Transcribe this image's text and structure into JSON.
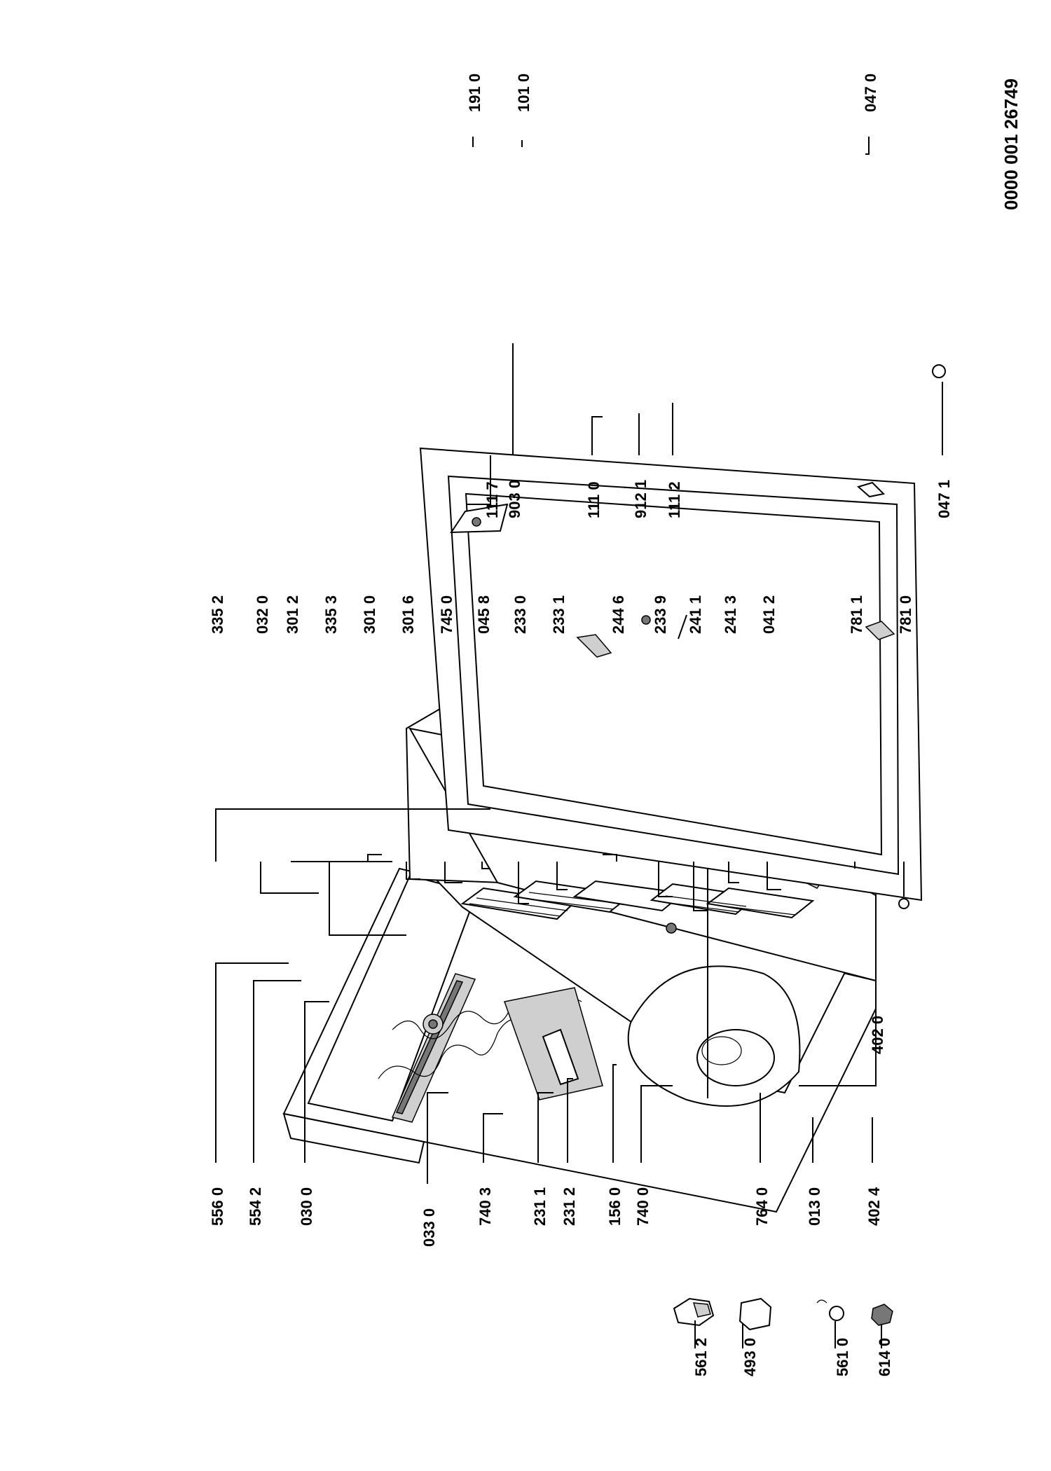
{
  "document_number": "0000 001 26749",
  "callouts": {
    "left_parts": [
      "561 2",
      "493 0",
      "561 0",
      "614 0"
    ],
    "cabinet_left": [
      "556 0",
      "554 2",
      "030 0",
      "033 0",
      "740 3",
      "231 1",
      "231 2",
      "156 0",
      "740 0",
      "764 0",
      "013 0",
      "402 4",
      "402 0"
    ],
    "cabinet_right": [
      "335 2",
      "032 0",
      "301 2",
      "335 3",
      "301 0",
      "301 6",
      "745 0",
      "045 8",
      "233 0",
      "233 1",
      "244 6",
      "233 9",
      "241 1",
      "241 3",
      "041 2",
      "781 1",
      "781 0"
    ],
    "door_left": [
      "111 7",
      "903 0",
      "111 0",
      "912 1",
      "111 2",
      "047 1"
    ],
    "door_top": [
      "191 0",
      "101 0",
      "047 0"
    ]
  }
}
